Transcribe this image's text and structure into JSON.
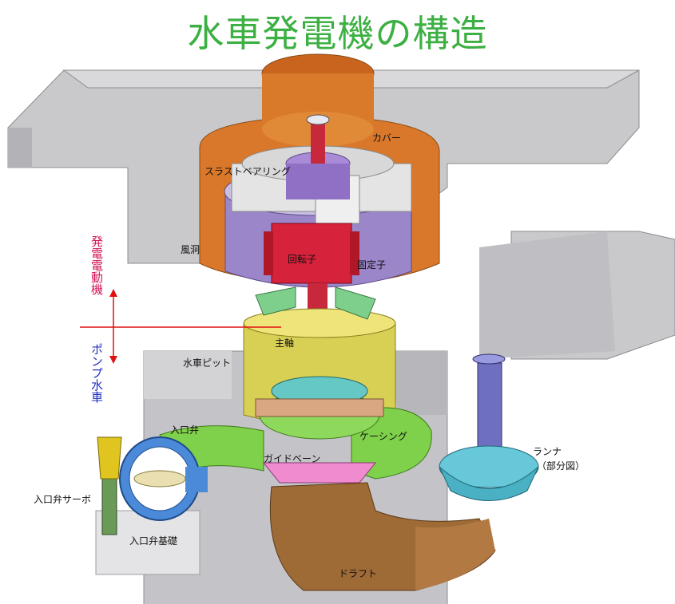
{
  "title": "水車発電機の構造",
  "labels": {
    "cover": "カバー",
    "thrust_bearing": "スラストベアリング",
    "wind_tunnel": "風洞",
    "rotor": "回転子",
    "stator": "固定子",
    "main_shaft": "主軸",
    "turbine_pit": "水車ピット",
    "inlet_valve": "入口弁",
    "casing": "ケーシング",
    "guide_vane": "ガイドベーン",
    "runner": "ランナ",
    "runner_partial": "（部分図）",
    "inlet_valve_servo": "入口弁サーボ",
    "inlet_valve_foundation": "入口弁基礎",
    "draft": "ドラフト"
  },
  "modes": {
    "generator_motor": "発電電動機",
    "pump_turbine": "ポンプ水車"
  },
  "colors": {
    "title": "#3cb043",
    "generator_text": "#d4145a",
    "pump_text": "#1f2fbf",
    "divider": "#e01010"
  }
}
